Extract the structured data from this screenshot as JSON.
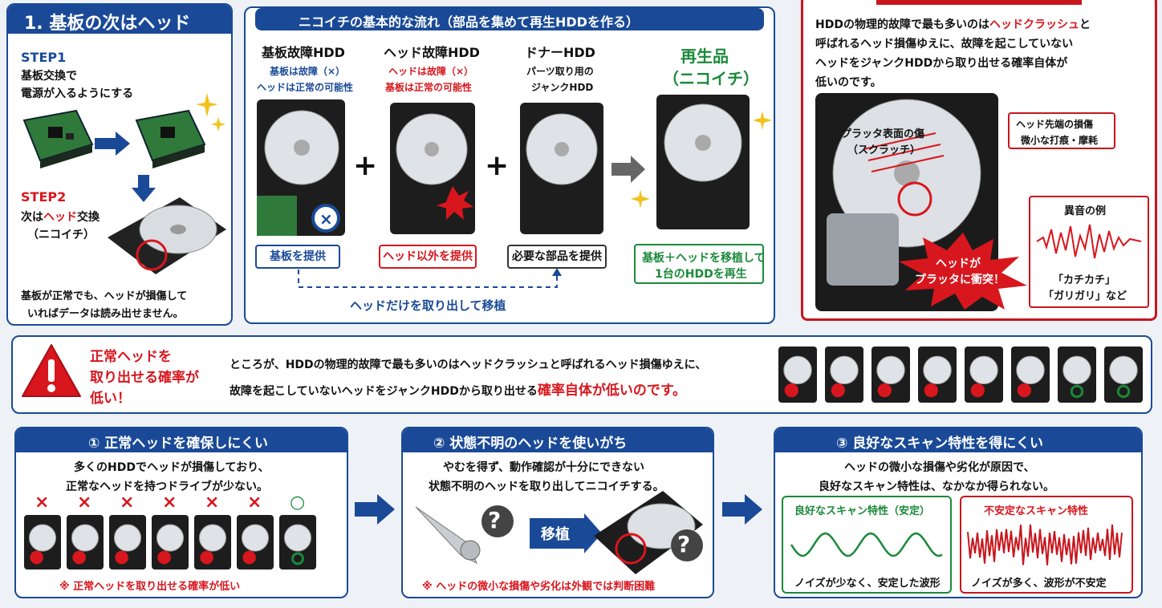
{
  "panel1": {
    "title": "1. 基板の次はヘッド",
    "step1_label": "STEP1",
    "step1_line1": "基板交換で",
    "step1_line2": "電源が入るようにする",
    "step2_label": "STEP2",
    "step2_line1_pre": "次は",
    "step2_line1_red": "ヘッド",
    "step2_line1_post": "交換",
    "step2_line2": "（ニコイチ）",
    "note_line1": "基板が正常でも、ヘッドが損傷して",
    "note_line2": "いればデータは読み出せません。"
  },
  "flow": {
    "title": "ニコイチの基本的な流れ（部品を集めて再生HDDを作る）",
    "col1_title": "基板故障HDD",
    "col1_sub1": "基板は故障（×）",
    "col1_sub2": "ヘッドは正常の可能性",
    "col1_pill": "基板を提供",
    "col2_title": "ヘッド故障HDD",
    "col2_sub1": "ヘッドは故障（×）",
    "col2_sub2": "基板は正常の可能性",
    "col2_pill": "ヘッド以外を提供",
    "col3_title": "ドナーHDD",
    "col3_sub1": "パーツ取り用の",
    "col3_sub2": "ジャンクHDD",
    "col3_pill": "必要な部品を提供",
    "col4_title1": "再生品",
    "col4_title2": "（ニコイチ）",
    "col4_pill1": "基板＋ヘッドを移植して",
    "col4_pill2": "1台のHDDを再生",
    "plus": "+",
    "bottom_note": "ヘッドだけを取り出して移植"
  },
  "crash": {
    "line1_pre": "HDDの物理的故障で最も多いのは",
    "line1_red": "ヘッドクラッシュ",
    "line1_post": "と",
    "line2": "呼ばれるヘッド損傷ゆえに、故障を起こしていない",
    "line3": "ヘッドをジャンクHDDから取り出せる確率自体が",
    "line4": "低いのです。",
    "scratch_label1": "プラッタ表面の傷",
    "scratch_label2": "（スクラッチ）",
    "head_label1": "ヘッド先端の損傷",
    "head_label2": "微小な打痕・摩耗",
    "burst1": "ヘッドが",
    "burst2": "プラッタに衝突！",
    "noise_title": "異音の例",
    "noise1": "「カチカチ」",
    "noise2": "「ガリガリ」など"
  },
  "warning": {
    "title1": "正常ヘッドを",
    "title2": "取り出せる確率が",
    "title3": "低い！",
    "body1": "ところが、HDDの物理的故障で最も多いのはヘッドクラッシュと呼ばれるヘッド損傷ゆえに、",
    "body2_pre": "故障を起こしていないヘッドをジャンクHDDから取り出せる",
    "body2_red": "確率自体が低いのです。"
  },
  "reason1": {
    "title": "① 正常ヘッドを確保しにくい",
    "line1": "多くのHDDでヘッドが損傷しており、",
    "line2": "正常なヘッドを持つドライブが少ない。",
    "note": "※ 正常ヘッドを取り出せる確率が低い"
  },
  "reason2": {
    "title": "② 状態不明のヘッドを使いがち",
    "line1": "やむを得ず、動作確認が十分にできない",
    "line2": "状態不明のヘッドを取り出してニコイチする。",
    "arrow_label": "移植",
    "question": "?",
    "note": "※ ヘッドの微小な損傷や劣化は外観では判断困難"
  },
  "reason3": {
    "title": "③ 良好なスキャン特性を得にくい",
    "line1": "ヘッドの微小な損傷や劣化が原因で、",
    "line2": "良好なスキャン特性は、なかなか得られない。",
    "good_title": "良好なスキャン特性（安定）",
    "good_caption": "ノイズが少なく、安定した波形",
    "bad_title": "不安定なスキャン特性",
    "bad_caption": "ノイズが多く、波形が不安定"
  },
  "marks": {
    "cross": "×",
    "circle": "○"
  },
  "colors": {
    "brand_blue": "#1a4a97",
    "alert_red": "#d8161d",
    "ok_green": "#1a8a3a"
  }
}
